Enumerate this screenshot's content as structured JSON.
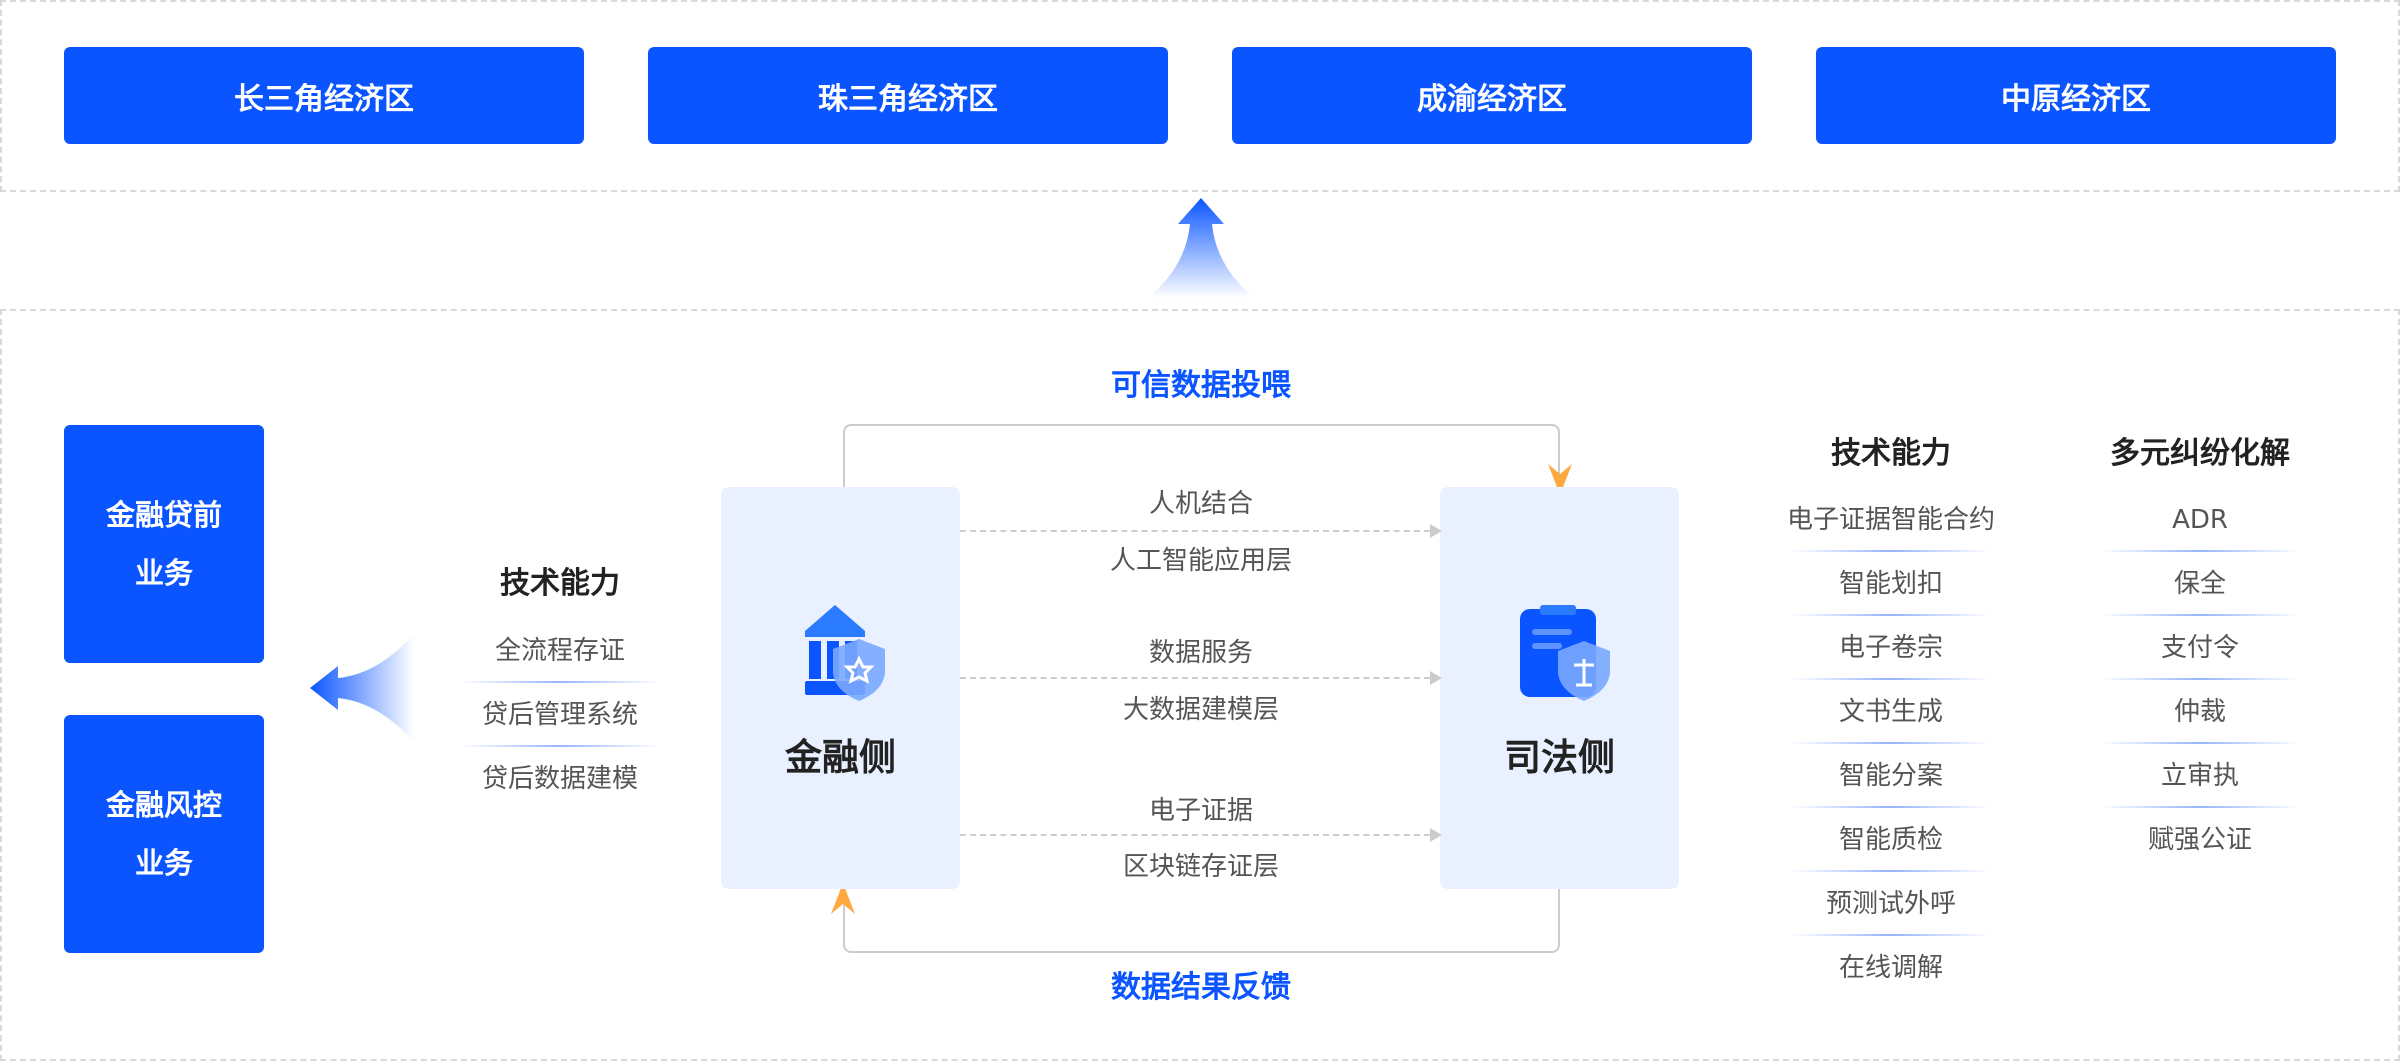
{
  "regions": [
    "长三角经济区",
    "珠三角经济区",
    "成渝经济区",
    "中原经济区"
  ],
  "business": [
    "金融贷前业务",
    "金融风控业务"
  ],
  "left_capability": {
    "title": "技术能力",
    "items": [
      "全流程存证",
      "贷后管理系统",
      "贷后数据建模"
    ]
  },
  "finance_side": {
    "title": "金融侧",
    "icon": "bank-shield-icon"
  },
  "judicial_side": {
    "title": "司法侧",
    "icon": "clipboard-justice-icon"
  },
  "top_loop_label": "可信数据投喂",
  "bottom_loop_label": "数据结果反馈",
  "flows": [
    {
      "above": "人机结合",
      "below": "人工智能应用层"
    },
    {
      "above": "数据服务",
      "below": "大数据建模层"
    },
    {
      "above": "电子证据",
      "below": "区块链存证层"
    }
  ],
  "right_capability": {
    "title": "技术能力",
    "items": [
      "电子证据智能合约",
      "智能划扣",
      "电子卷宗",
      "文书生成",
      "智能分案",
      "智能质检",
      "预测试外呼",
      "在线调解"
    ]
  },
  "dispute_resolution": {
    "title": "多元纠纷化解",
    "items": [
      "ADR",
      "保全",
      "支付令",
      "仲裁",
      "立审执",
      "赋强公证"
    ]
  },
  "colors": {
    "primary": "#0a55ff",
    "card": "#e9f0ff",
    "arrow_orange": "#ffa940"
  }
}
